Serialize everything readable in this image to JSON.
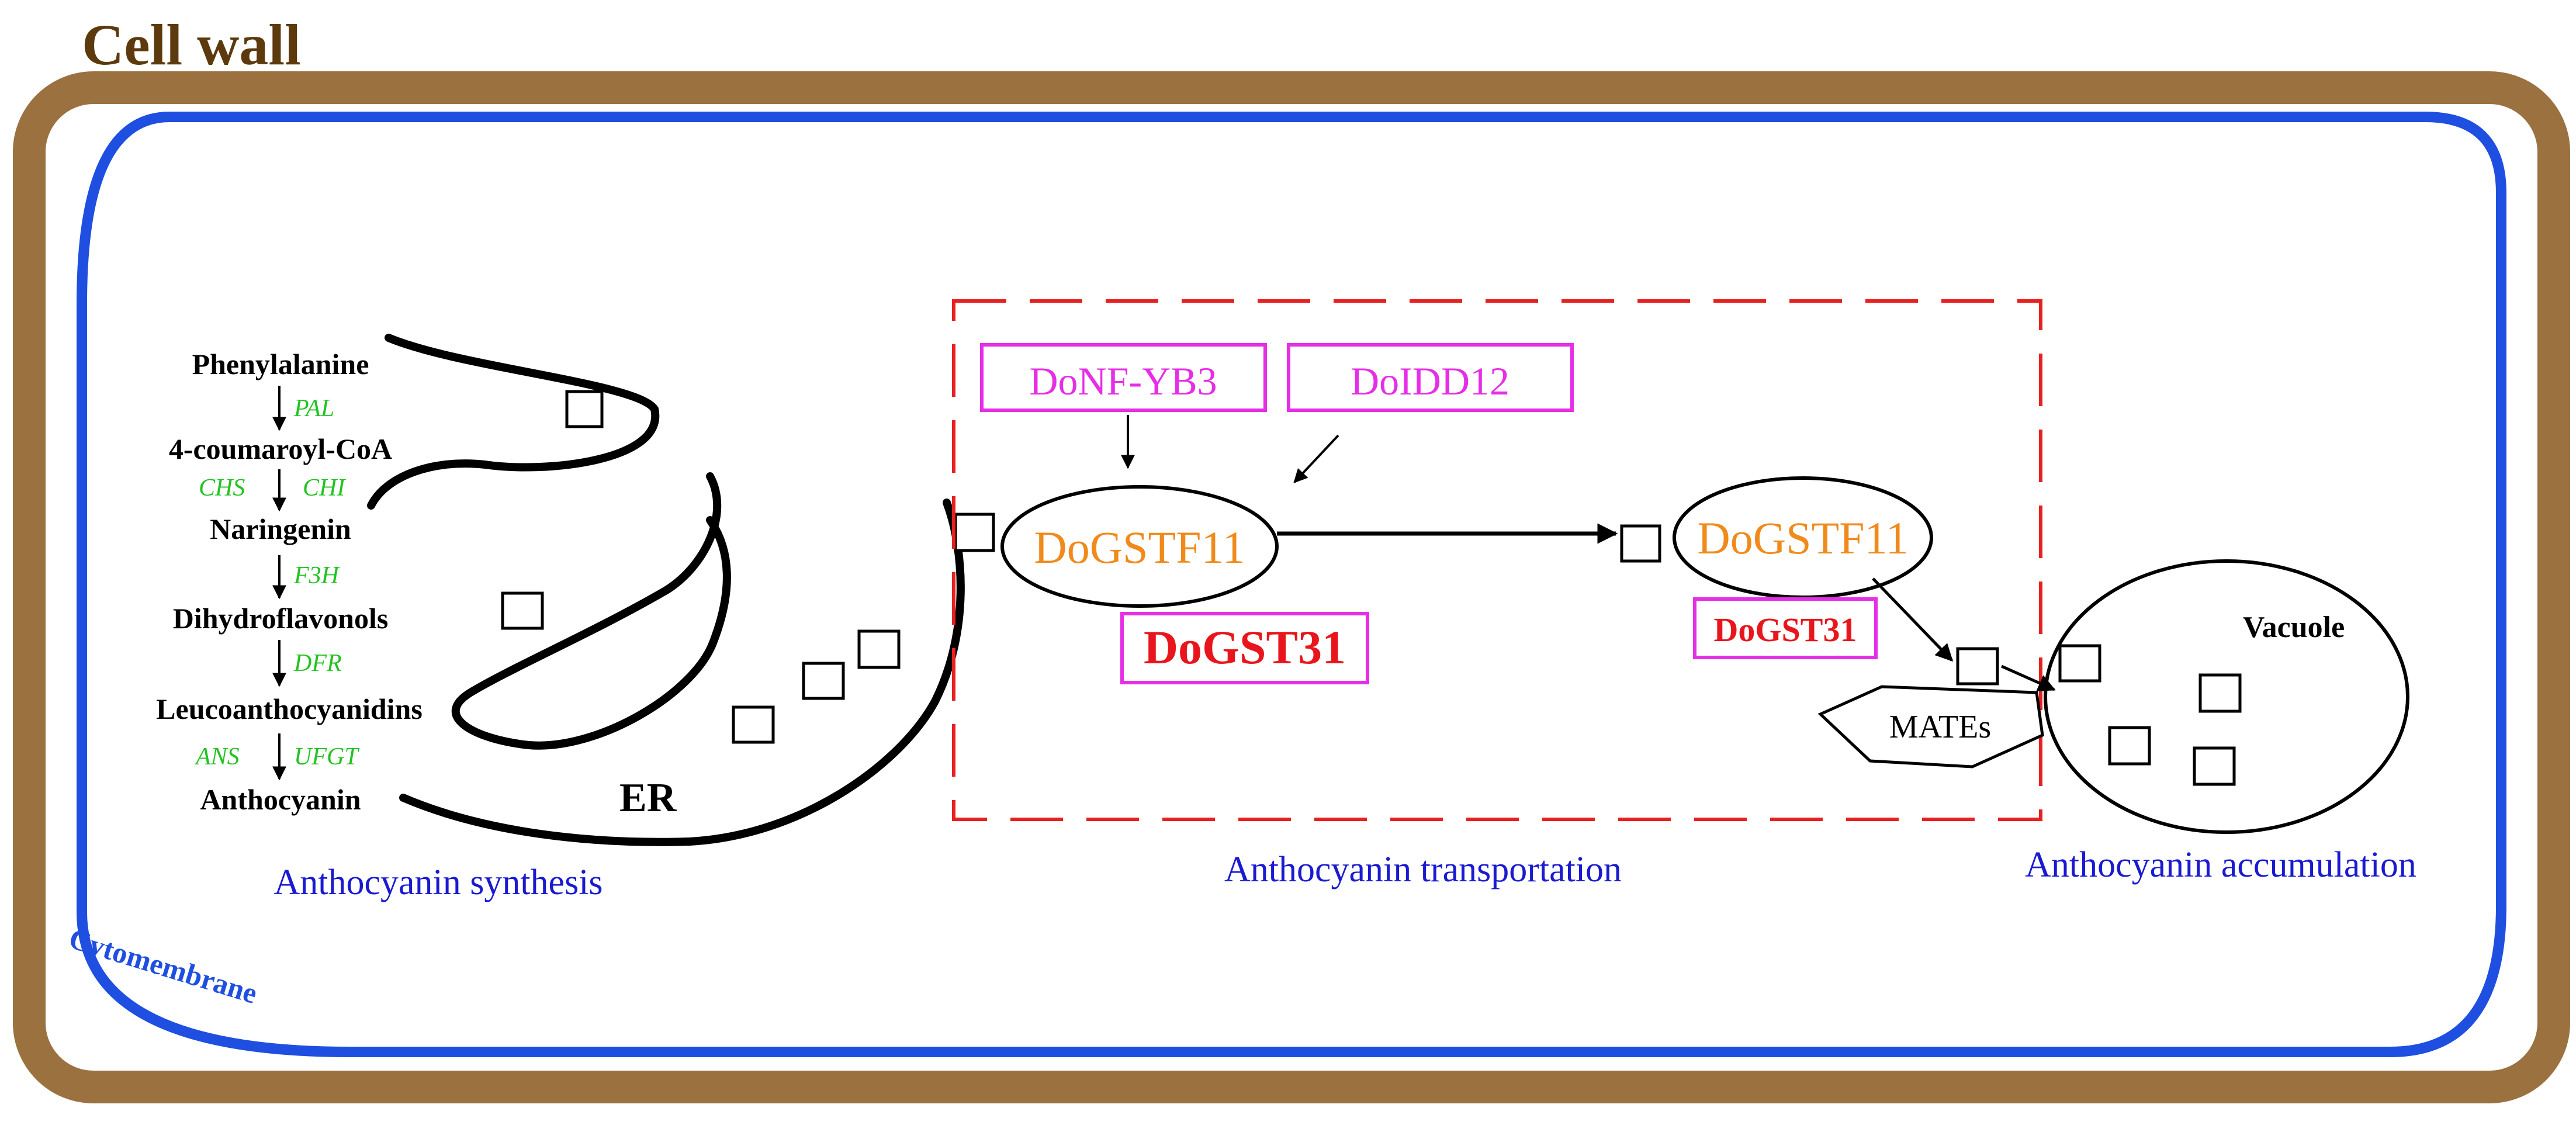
{
  "title": "Cell wall",
  "membrane_label": "Cytomembrane",
  "pathway": {
    "compounds": [
      "Phenylalanine",
      "4-coumaroyl-CoA",
      "Naringenin",
      "Dihydroflavonols",
      "Leucoanthocyanidins",
      "Anthocyanin"
    ],
    "enzymes": {
      "pal": "PAL",
      "chs": "CHS",
      "chi": "CHI",
      "f3h": "F3H",
      "dfr": "DFR",
      "ans": "ANS",
      "ufgt": "UFGT"
    }
  },
  "er_label": "ER",
  "regulators": {
    "nf_yb3": "DoNF-YB3",
    "idd12": "DoIDD12"
  },
  "gstf11_label": "DoGSTF11",
  "gst31_label": "DoGST31",
  "mates_label": "MATEs",
  "vacuole_label": "Vacuole",
  "sections": {
    "synthesis": "Anthocyanin synthesis",
    "transportation": "Anthocyanin transportation",
    "accumulation": "Anthocyanin accumulation"
  },
  "colors": {
    "cell_wall": "#9B7140",
    "title": "#5C3A0E",
    "membrane": "#1F4FE0",
    "section_label": "#1A1AD0",
    "enzyme": "#22C322",
    "regulator": "#E62EE6",
    "gstf11": "#F08A1A",
    "gst31": "#E8161C",
    "dashed_box": "#E82020"
  }
}
